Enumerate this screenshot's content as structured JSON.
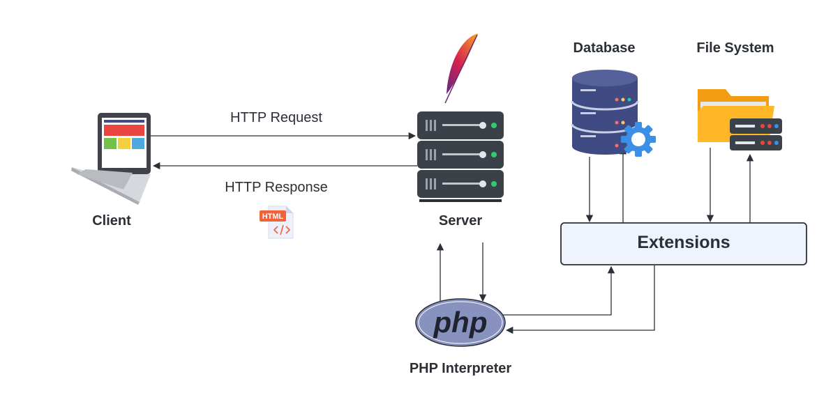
{
  "nodes": {
    "client": {
      "label": "Client"
    },
    "server": {
      "label": "Server"
    },
    "database": {
      "label": "Database"
    },
    "file_system": {
      "label": "File System"
    },
    "extensions": {
      "label": "Extensions"
    },
    "php_interpreter": {
      "label": "PHP Interpreter",
      "logo_text": "php"
    }
  },
  "edges": {
    "request": {
      "label": "HTTP Request"
    },
    "response": {
      "label": "HTTP Response"
    }
  },
  "badges": {
    "html_file": {
      "text": "HTML"
    }
  },
  "colors": {
    "line": "#2b2f36",
    "extensions_fill": "#eef3fc",
    "php_purple": "#8892bf",
    "db_navy": "#3f4b82",
    "gear_blue": "#3b8fe6",
    "folder_orange": "#f39c12",
    "server_dark": "#3b4148"
  }
}
